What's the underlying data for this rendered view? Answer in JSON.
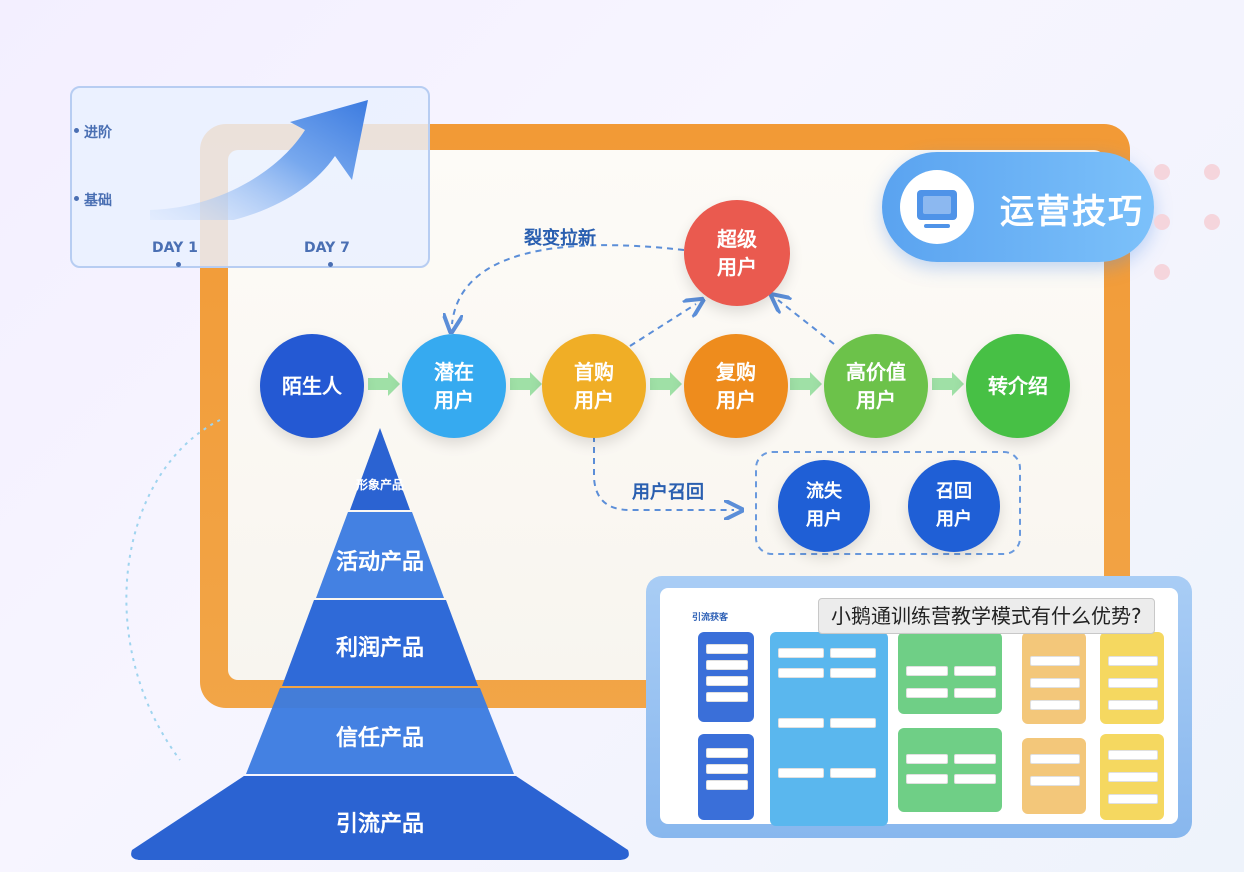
{
  "growth": {
    "advanced": "进阶",
    "basic": "基础",
    "day1": "DAY 1",
    "day7": "DAY 7"
  },
  "ops_badge": {
    "label": "运营技巧",
    "icon": "monitor-icon"
  },
  "flow": {
    "nodes": [
      {
        "id": "stranger",
        "line1": "陌生人",
        "line2": "",
        "color": "#2459d3"
      },
      {
        "id": "potential",
        "line1": "潜在",
        "line2": "用户",
        "color": "#36aaf0"
      },
      {
        "id": "first",
        "line1": "首购",
        "line2": "用户",
        "color": "#f0ae26"
      },
      {
        "id": "repeat",
        "line1": "复购",
        "line2": "用户",
        "color": "#ee8c1d"
      },
      {
        "id": "highvalue",
        "line1": "高价值",
        "line2": "用户",
        "color": "#6cc24a"
      },
      {
        "id": "referral",
        "line1": "转介绍",
        "line2": "",
        "color": "#47c045"
      },
      {
        "id": "super",
        "line1": "超级",
        "line2": "用户",
        "color": "#ea5a4f"
      },
      {
        "id": "churn",
        "line1": "流失",
        "line2": "用户",
        "color": "#1f5fd6"
      },
      {
        "id": "recall",
        "line1": "召回",
        "line2": "用户",
        "color": "#1f5fd6"
      }
    ],
    "fission_label": "裂变拉新",
    "recall_label": "用户召回"
  },
  "pyramid": {
    "levels": [
      "形象产品",
      "活动产品",
      "利润产品",
      "信任产品",
      "引流产品"
    ]
  },
  "thumbnail": {
    "title": "引流获客"
  },
  "tooltip": {
    "text": "小鹅通训练营教学模式有什么优势?"
  }
}
